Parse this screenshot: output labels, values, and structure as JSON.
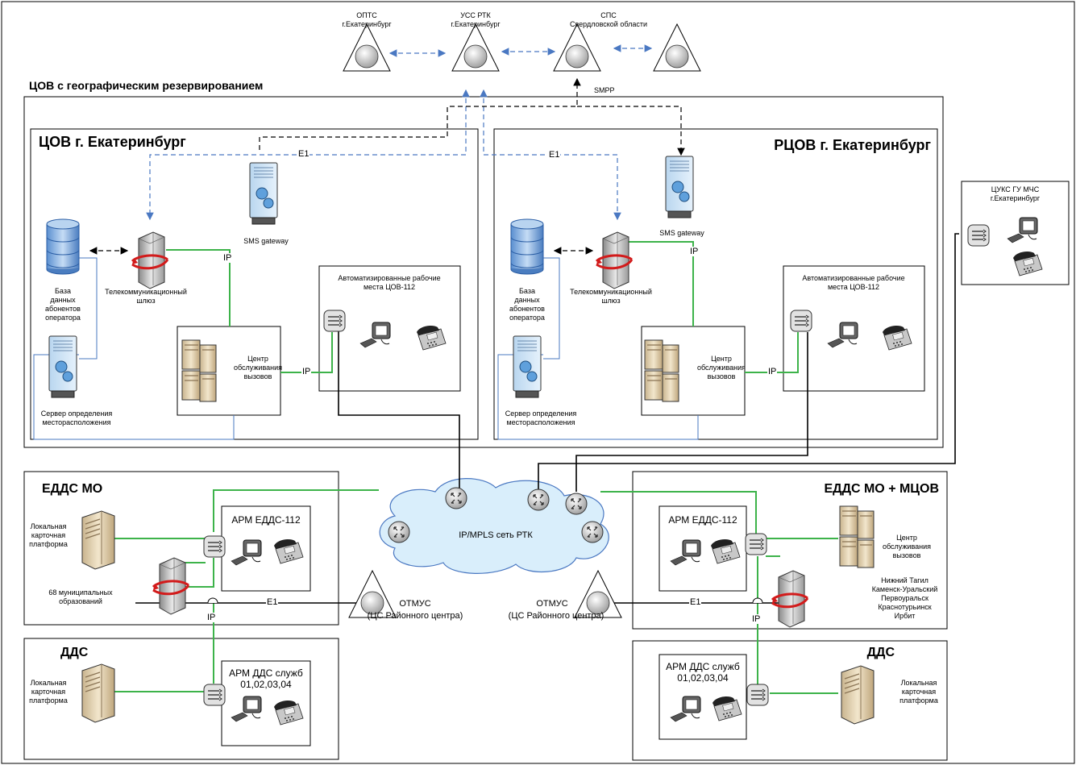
{
  "top_nodes": {
    "optc": "ОПТС\nг.Екатеринбург",
    "uss": "УСС РТК\nг.Екатеринбург",
    "sps": "СПС\nСвердловской области"
  },
  "links": {
    "smpp": "SMPP",
    "e1": "E1",
    "ip": "IP"
  },
  "geo_group": {
    "title": "ЦОВ с географическим резервированием"
  },
  "cov": {
    "title": "ЦОВ г. Екатеринбург",
    "sms_gateway": "SMS gateway",
    "telecom_gateway": "Телекоммуникационный\nшлюз",
    "db": "База\nданных\nабонентов\nоператора",
    "location_server": "Сервер определения\nместорасположения",
    "call_center": "Центр\nобслуживания\nвызовов",
    "workstations": "Автоматизированные рабочие\nместа ЦОВ-112"
  },
  "rcov": {
    "title": "РЦОВ г. Екатеринбург",
    "sms_gateway": "SMS gateway",
    "telecom_gateway": "Телекоммуникационный\nшлюз",
    "db": "База\nданных\nабонентов\nоператора",
    "location_server": "Сервер определения\nместорасположения",
    "call_center": "Центр\nобслуживания\nвызовов",
    "workstations": "Автоматизированные рабочие\nместа ЦОВ-112"
  },
  "cuks": {
    "label": "ЦУКС ГУ МЧС\nг.Екатеринбург"
  },
  "network": {
    "cloud": "IP/MPLS сеть РТК"
  },
  "edds_mo": {
    "title": "ЕДДС МО",
    "local_platform": "Локальная\nкарточная\nплатформа",
    "municipal": "68 муниципальных\nобразований",
    "arm": "АРМ ЕДДС-112"
  },
  "edds_mcov": {
    "title": "ЕДДС МО + МЦОВ",
    "arm": "АРМ ЕДДС-112",
    "call_center": "Центр\nобслуживания\nвызовов",
    "cities": "Нижний Тагил\nКаменск-Уральский\nПервоуральск\nКраснотурьинск\nИрбит"
  },
  "otmus_left": {
    "name": "ОТМУС",
    "sub": "(ЦС Районного центра)"
  },
  "otmus_right": {
    "name": "ОТМУС",
    "sub": "(ЦС Районного центра)"
  },
  "dds_left": {
    "title": "ДДС",
    "local_platform": "Локальная\nкарточная\nплатформа",
    "arm": "АРМ ДДС служб\n01,02,03,04"
  },
  "dds_right": {
    "title": "ДДС",
    "local_platform": "Локальная\nкарточная\nплатформа",
    "arm": "АРМ ДДС служб\n01,02,03,04"
  },
  "colors": {
    "green_link": "#3db34a",
    "blue_link": "#4a78c2",
    "black_link": "#000000",
    "cloud_fill": "#d9eefb",
    "device_fill": "#d8d8d8"
  }
}
